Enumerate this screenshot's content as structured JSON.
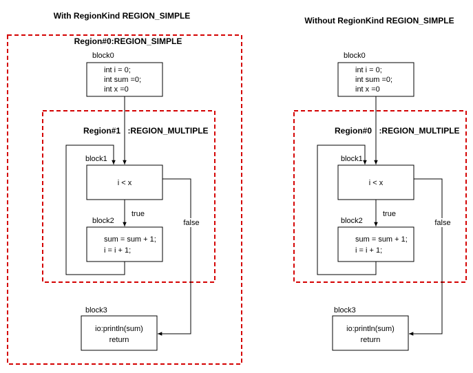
{
  "colors": {
    "region_border": "#d40000",
    "stroke": "#000000",
    "background": "#ffffff"
  },
  "left": {
    "title": "With RegionKind REGION_SIMPLE",
    "outer_region_label": "Region#0:REGION_SIMPLE",
    "inner_region_id": "Region#1",
    "inner_region_kind": ":REGION_MULTIPLE",
    "blocks": {
      "block0": {
        "name": "block0",
        "lines": [
          "int i = 0;",
          "int sum =0;",
          "int x =0"
        ]
      },
      "block1": {
        "name": "block1",
        "lines": [
          "i < x"
        ]
      },
      "block2": {
        "name": "block2",
        "lines": [
          "sum = sum + 1;",
          "i = i + 1;"
        ]
      },
      "block3": {
        "name": "block3",
        "lines": [
          "io:println(sum)",
          "return"
        ]
      }
    },
    "edges": {
      "true_label": "true",
      "false_label": "false"
    }
  },
  "right": {
    "title": "Without RegionKind REGION_SIMPLE",
    "inner_region_id": "Region#0",
    "inner_region_kind": ":REGION_MULTIPLE",
    "blocks": {
      "block0": {
        "name": "block0",
        "lines": [
          "int i = 0;",
          "int sum =0;",
          "int x =0"
        ]
      },
      "block1": {
        "name": "block1",
        "lines": [
          "i < x"
        ]
      },
      "block2": {
        "name": "block2",
        "lines": [
          "sum = sum + 1;",
          "i = i + 1;"
        ]
      },
      "block3": {
        "name": "block3",
        "lines": [
          "io:println(sum)",
          "return"
        ]
      }
    },
    "edges": {
      "true_label": "true",
      "false_label": "false"
    }
  }
}
